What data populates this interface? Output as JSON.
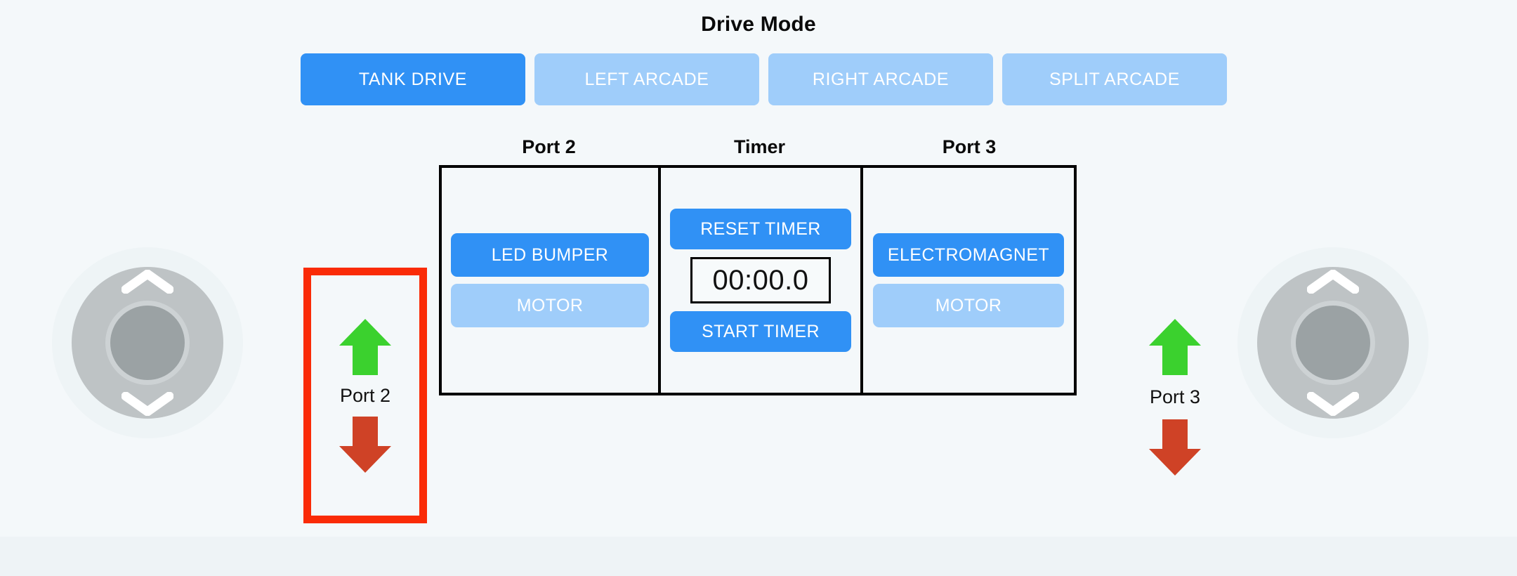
{
  "title": "Drive Mode",
  "colors": {
    "background": "#f4f8fa",
    "accent_active": "#3091f5",
    "accent_inactive": "#9fcdfa",
    "highlight": "#fa2b07",
    "arrow_up": "#3bd12e",
    "arrow_down": "#cf4226",
    "panel_border": "#000000",
    "joystick_base": "#bec3c5",
    "joystick_knob": "#9ba2a4"
  },
  "drive_modes": [
    {
      "label": "TANK DRIVE",
      "state": "active"
    },
    {
      "label": "LEFT ARCADE",
      "state": "inactive"
    },
    {
      "label": "RIGHT ARCADE",
      "state": "inactive"
    },
    {
      "label": "SPLIT ARCADE",
      "state": "inactive"
    }
  ],
  "panel": {
    "headers": {
      "port2": "Port 2",
      "timer": "Timer",
      "port3": "Port 3"
    },
    "port2": {
      "buttons": [
        {
          "label": "LED BUMPER",
          "state": "active"
        },
        {
          "label": "MOTOR",
          "state": "inactive"
        }
      ]
    },
    "timer": {
      "reset_label": "RESET TIMER",
      "value": "00:00.0",
      "start_label": "START TIMER"
    },
    "port3": {
      "buttons": [
        {
          "label": "ELECTROMAGNET",
          "state": "active"
        },
        {
          "label": "MOTOR",
          "state": "inactive"
        }
      ]
    }
  },
  "port_controls": {
    "port2": {
      "label": "Port 2",
      "highlighted": true
    },
    "port3": {
      "label": "Port 3",
      "highlighted": false
    }
  }
}
